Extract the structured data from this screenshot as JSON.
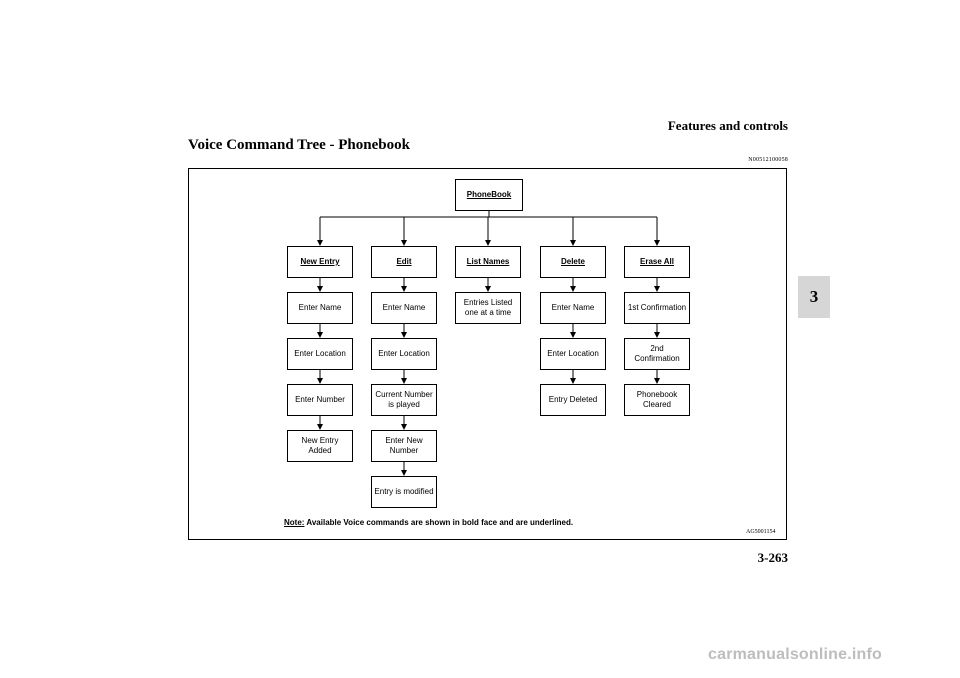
{
  "header": {
    "title": "Features and controls",
    "page_number": "3-263",
    "chapter_tab": "3"
  },
  "section": {
    "title": "Voice Command Tree - Phonebook",
    "code": "N00512100058"
  },
  "diagram": {
    "root": "PhoneBook",
    "columns": [
      {
        "command": "New Entry",
        "steps": [
          "Enter Name",
          "Enter Location",
          "Enter Number",
          "New Entry Added"
        ]
      },
      {
        "command": "Edit",
        "steps": [
          "Enter Name",
          "Enter Location",
          "Current Number is played",
          "Enter New Number",
          "Entry is modified"
        ]
      },
      {
        "command": "List Names",
        "steps": [
          "Entries  Listed one at a time"
        ]
      },
      {
        "command": "Delete",
        "steps": [
          "Enter Name",
          "Enter Location",
          "Entry Deleted"
        ]
      },
      {
        "command": "Erase All",
        "steps": [
          "1st Confirmation",
          "2nd Confirmation",
          "Phonebook Cleared"
        ]
      }
    ],
    "note_label": "Note:",
    "note_text": " Available Voice commands are shown in bold face and are underlined.",
    "image_code": "AG5001154"
  },
  "footer": {
    "logo_text": "carmanualsonline.info"
  }
}
